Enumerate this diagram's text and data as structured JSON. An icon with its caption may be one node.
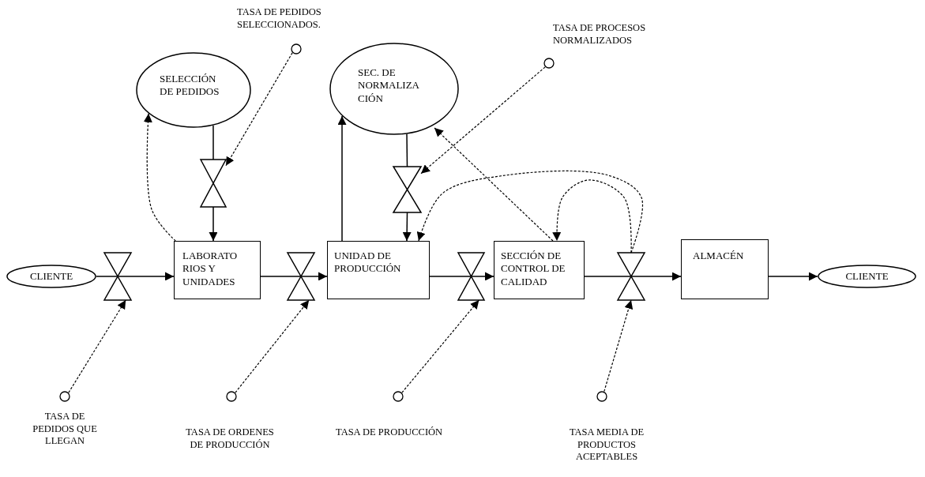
{
  "diagram": {
    "nodes": [
      {
        "text": [],
        "shape": "circle",
        "beside": [
          "TASA DE PEDIDOS SELECCIONADOS."
        ]
      },
      {
        "text": [],
        "shape": "circle",
        "beside": [
          "TASA DE PROCESOS NORMALIZADOS"
        ]
      },
      {
        "text": [
          "SELECCIÓN DE PEDIDOS"
        ]
      },
      {
        "text": [
          "SEC. DE NORMALIZA CIÓN"
        ]
      },
      {
        "text": [],
        "shape": "valve"
      },
      {
        "text": [],
        "shape": "valve"
      },
      {
        "text": [
          "CLIENTE"
        ]
      },
      {
        "text": [],
        "shape": "valve"
      },
      {
        "text": [
          "LABORATO RIOS Y UNIDADES"
        ]
      },
      {
        "text": [],
        "shape": "valve"
      },
      {
        "text": [
          "UNIDAD DE PRODUCCIÓN"
        ]
      },
      {
        "text": [],
        "shape": "valve"
      },
      {
        "text": [
          "SECCIÓN DE CONTROL DE CALIDAD"
        ]
      },
      {
        "text": [],
        "shape": "valve"
      },
      {
        "text": [
          "ALMACÉN"
        ]
      },
      {
        "text": [
          "CLIENTE"
        ]
      },
      {
        "text": [],
        "shape": "circle",
        "beside": [
          "TASA DE PEDIDOS QUE LLEGAN"
        ]
      },
      {
        "text": [],
        "shape": "circle",
        "beside": [
          "TASA DE ORDENES DE PRODUCCIÓN"
        ]
      },
      {
        "text": [],
        "shape": "circle",
        "beside": [
          "TASA DE PRODUCCIÓN"
        ]
      },
      {
        "text": [],
        "shape": "circle",
        "beside": [
          "TASA MEDIA DE PRODUCTOS ACEPTABLES"
        ]
      }
    ],
    "edges": [
      {
        "from": 0,
        "to": 4,
        "arrow": "to",
        "style": "dashed"
      },
      {
        "from": 1,
        "to": 5,
        "arrow": "to",
        "style": "dashed"
      },
      {
        "from": 2,
        "to": 4,
        "arrow": "none"
      },
      {
        "from": 4,
        "to": 8,
        "arrow": "to"
      },
      {
        "from": 3,
        "to": 5,
        "arrow": "none"
      },
      {
        "from": 5,
        "to": 10,
        "arrow": "to"
      },
      {
        "from": 8,
        "to": 2,
        "arrow": "to",
        "style": "dashed"
      },
      {
        "from": 10,
        "to": 3,
        "arrow": "to"
      },
      {
        "from": 12,
        "to": 3,
        "arrow": "to",
        "style": "dashed"
      },
      {
        "from": 13,
        "to": 12,
        "arrow": "to",
        "style": "dashed"
      },
      {
        "from": 13,
        "to": 10,
        "arrow": "to",
        "style": "dashed"
      },
      {
        "from": 6,
        "to": 7,
        "arrow": "none"
      },
      {
        "from": 7,
        "to": 8,
        "arrow": "to"
      },
      {
        "from": 8,
        "to": 9,
        "arrow": "none"
      },
      {
        "from": 9,
        "to": 10,
        "arrow": "to"
      },
      {
        "from": 10,
        "to": 11,
        "arrow": "none"
      },
      {
        "from": 11,
        "to": 12,
        "arrow": "to"
      },
      {
        "from": 12,
        "to": 13,
        "arrow": "none"
      },
      {
        "from": 13,
        "to": 14,
        "arrow": "to"
      },
      {
        "from": 14,
        "to": 15,
        "arrow": "to"
      },
      {
        "from": 16,
        "to": 7,
        "arrow": "to",
        "style": "dashed"
      },
      {
        "from": 17,
        "to": 9,
        "arrow": "to",
        "style": "dashed"
      },
      {
        "from": 18,
        "to": 11,
        "arrow": "to",
        "style": "dashed"
      },
      {
        "from": 19,
        "to": 13,
        "arrow": "to",
        "style": "dashed"
      }
    ]
  }
}
